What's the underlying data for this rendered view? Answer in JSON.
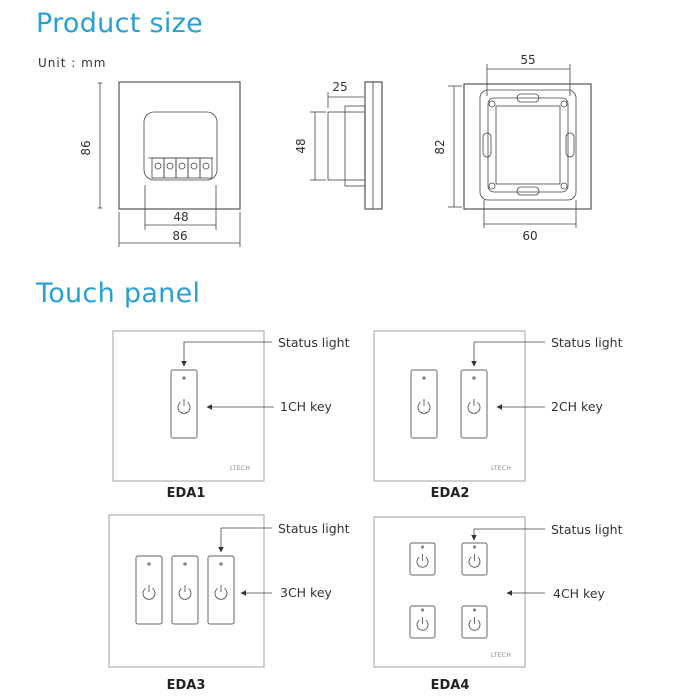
{
  "product_size": {
    "title": "Product size",
    "unit": "Unit : mm",
    "front_view": {
      "height": "86",
      "inner_width": "48",
      "outer_width": "86"
    },
    "side_view": {
      "depth": "25",
      "height": "48"
    },
    "back_view": {
      "top_width": "55",
      "height": "82",
      "bottom_width": "60"
    }
  },
  "touch_panel": {
    "title": "Touch panel",
    "brand": "LTECH",
    "models": [
      {
        "name": "EDA1",
        "status_label": "Status light",
        "key_label": "1CH key"
      },
      {
        "name": "EDA2",
        "status_label": "Status light",
        "key_label": "2CH key"
      },
      {
        "name": "EDA3",
        "status_label": "Status light",
        "key_label": "3CH key"
      },
      {
        "name": "EDA4",
        "status_label": "Status light",
        "key_label": "4CH key"
      }
    ]
  }
}
